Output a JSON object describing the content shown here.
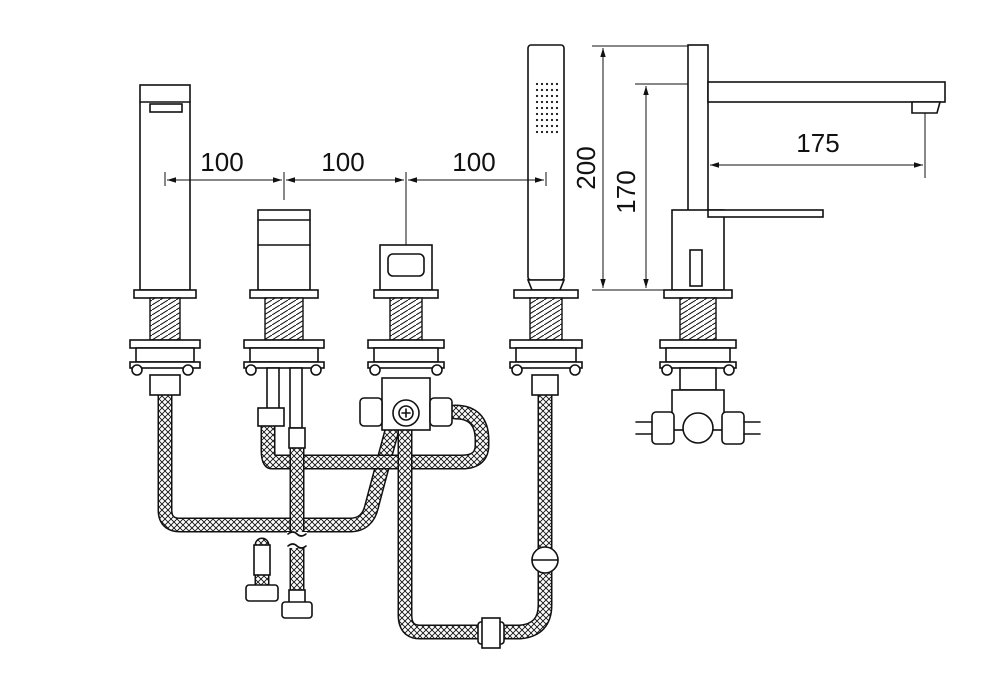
{
  "dimensions": {
    "spacing_1": "100",
    "spacing_2": "100",
    "spacing_3": "100",
    "height_handshower": "200",
    "height_spout": "170",
    "projection": "175"
  },
  "colors": {
    "line": "#111111",
    "background": "#ffffff"
  }
}
